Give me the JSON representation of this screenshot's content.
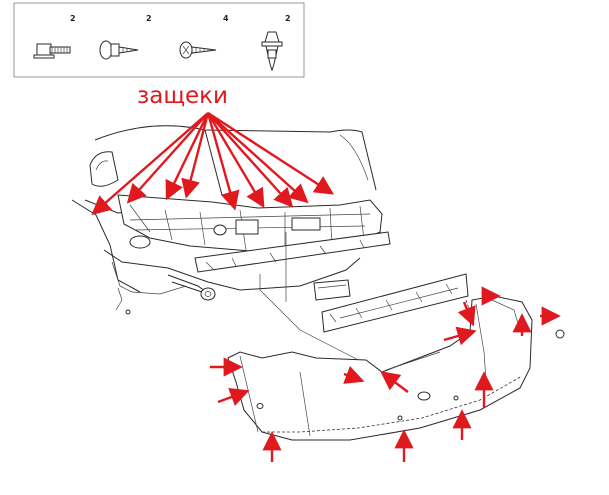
{
  "fasteners": [
    {
      "icon": "flange-bolt-icon",
      "qty": "2"
    },
    {
      "icon": "washer-screw-icon",
      "qty": "2"
    },
    {
      "icon": "tapping-screw-icon",
      "qty": "4"
    },
    {
      "icon": "push-clip-icon",
      "qty": "2"
    }
  ],
  "callout_label": "защеки",
  "colors": {
    "annotation": "#e0191f",
    "drawing": "#2a2a2a",
    "background": "#ffffff"
  }
}
